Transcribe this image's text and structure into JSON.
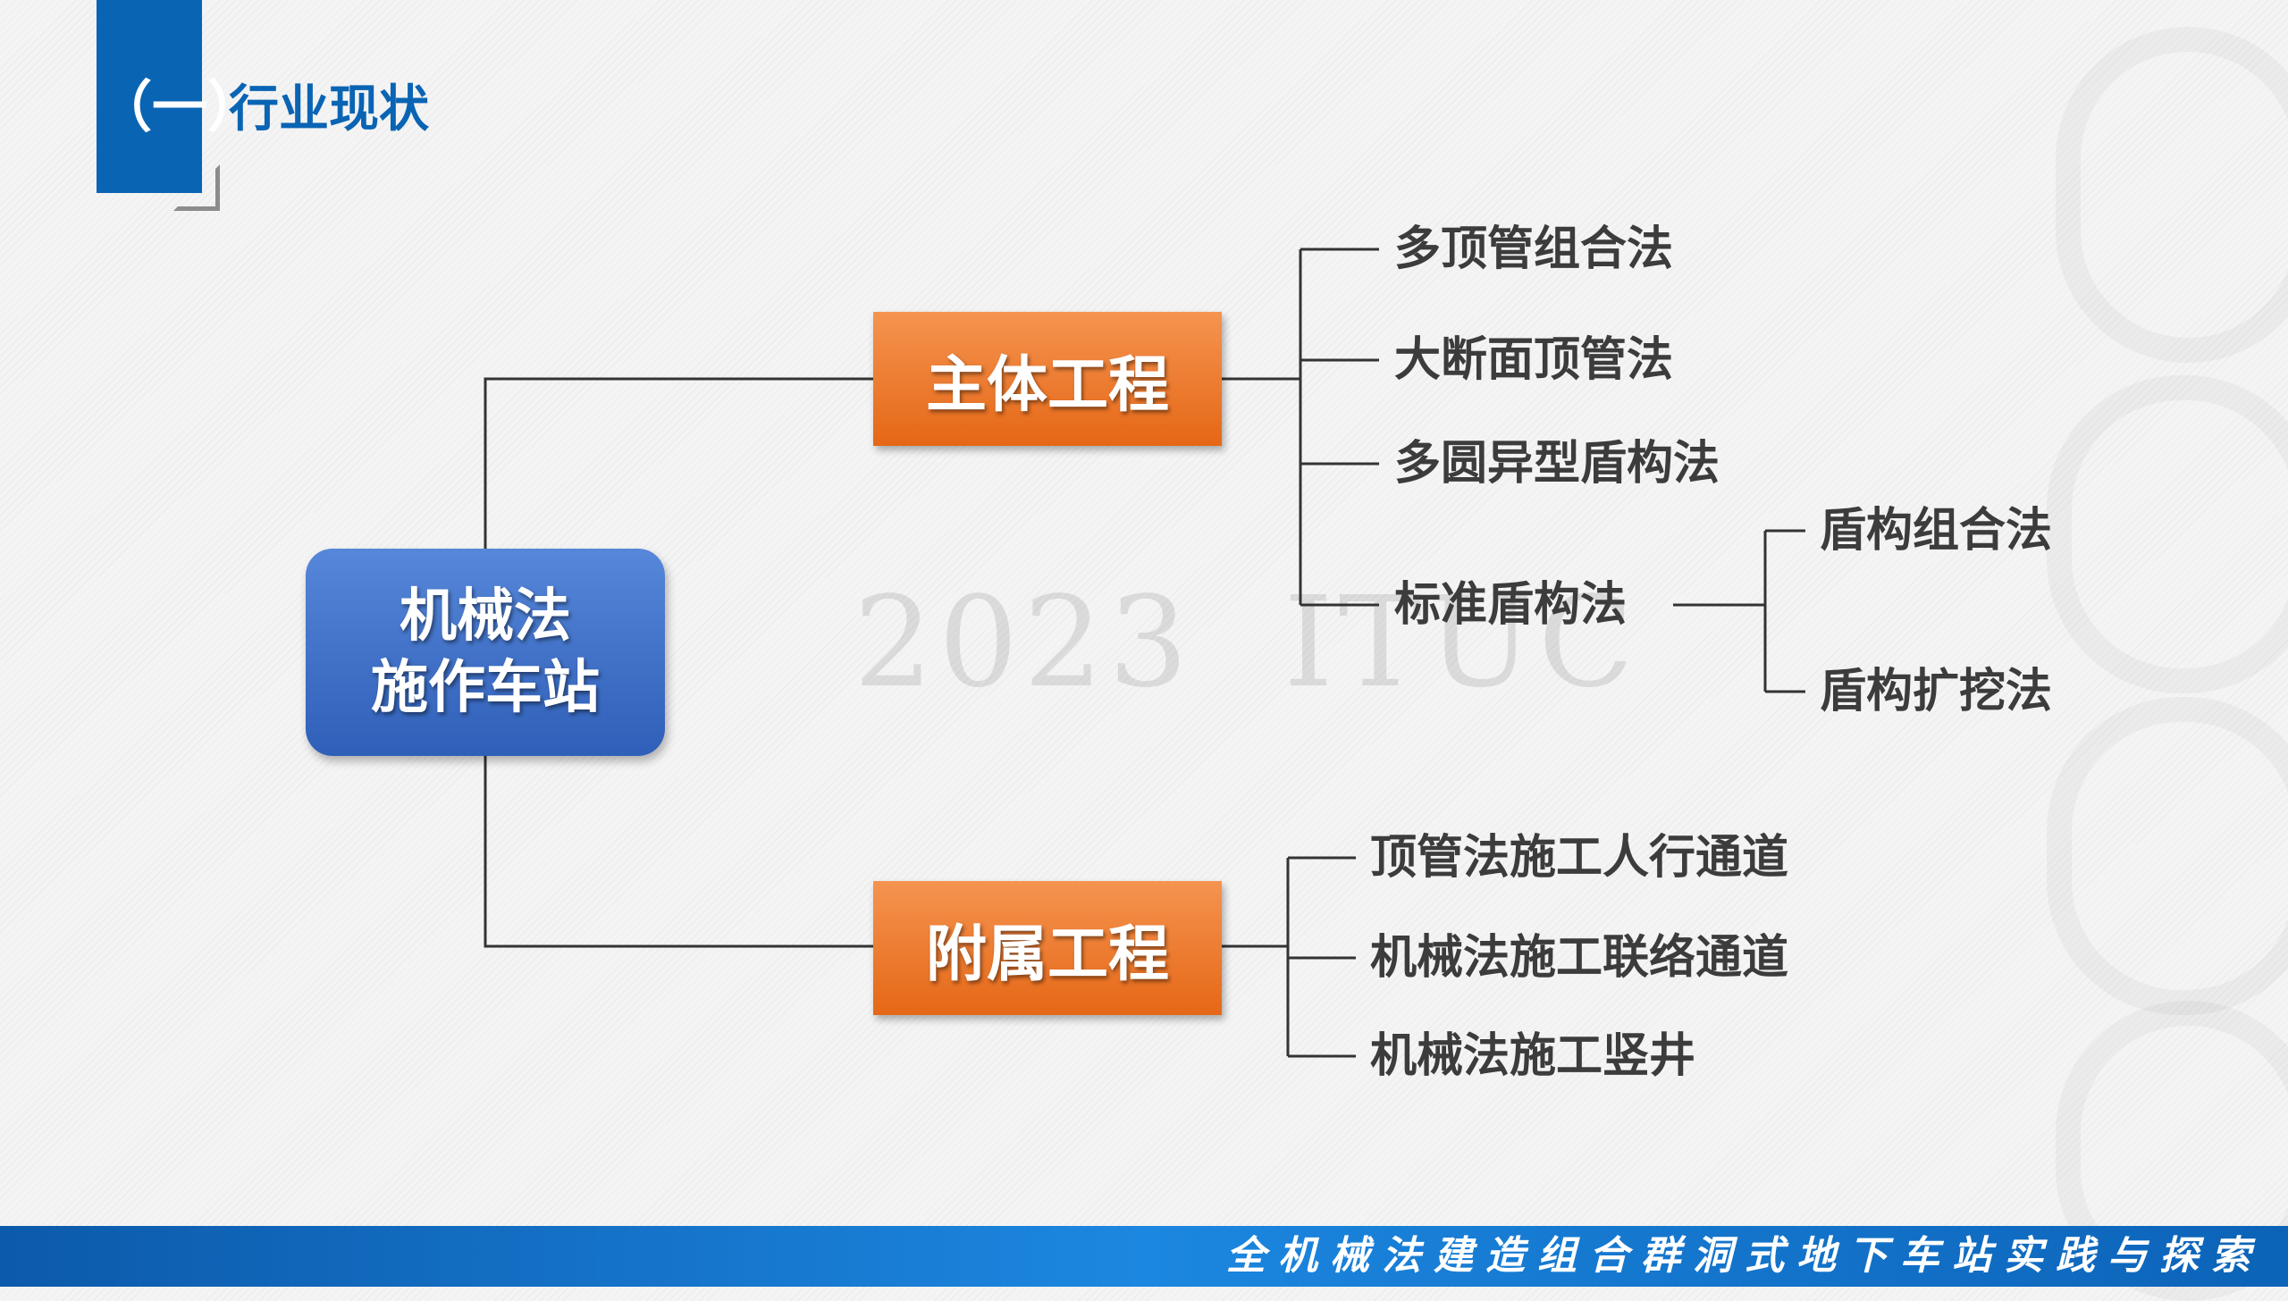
{
  "section": {
    "number": "（一）",
    "title": "行业现状"
  },
  "watermark": "2023  ITUC",
  "diagram": {
    "root": {
      "line1": "机械法",
      "line2": "施作车站"
    },
    "branches": [
      {
        "label": "主体工程",
        "children": [
          {
            "label": "多顶管组合法"
          },
          {
            "label": "大断面顶管法"
          },
          {
            "label": "多圆异型盾构法"
          },
          {
            "label": "标准盾构法",
            "children": [
              {
                "label": "盾构组合法"
              },
              {
                "label": "盾构扩挖法"
              }
            ]
          }
        ]
      },
      {
        "label": "附属工程",
        "children": [
          {
            "label": "顶管法施工人行通道"
          },
          {
            "label": "机械法施工联络通道"
          },
          {
            "label": "机械法施工竖井"
          }
        ]
      }
    ]
  },
  "footer": {
    "text": "全机械法建造组合群洞式地下车站实践与探索"
  },
  "colors": {
    "primary_blue": "#0a64b4",
    "root_box": "#3f70c8",
    "branch_orange": "#ee7a2c",
    "leaf_text": "#3c3c3c"
  }
}
